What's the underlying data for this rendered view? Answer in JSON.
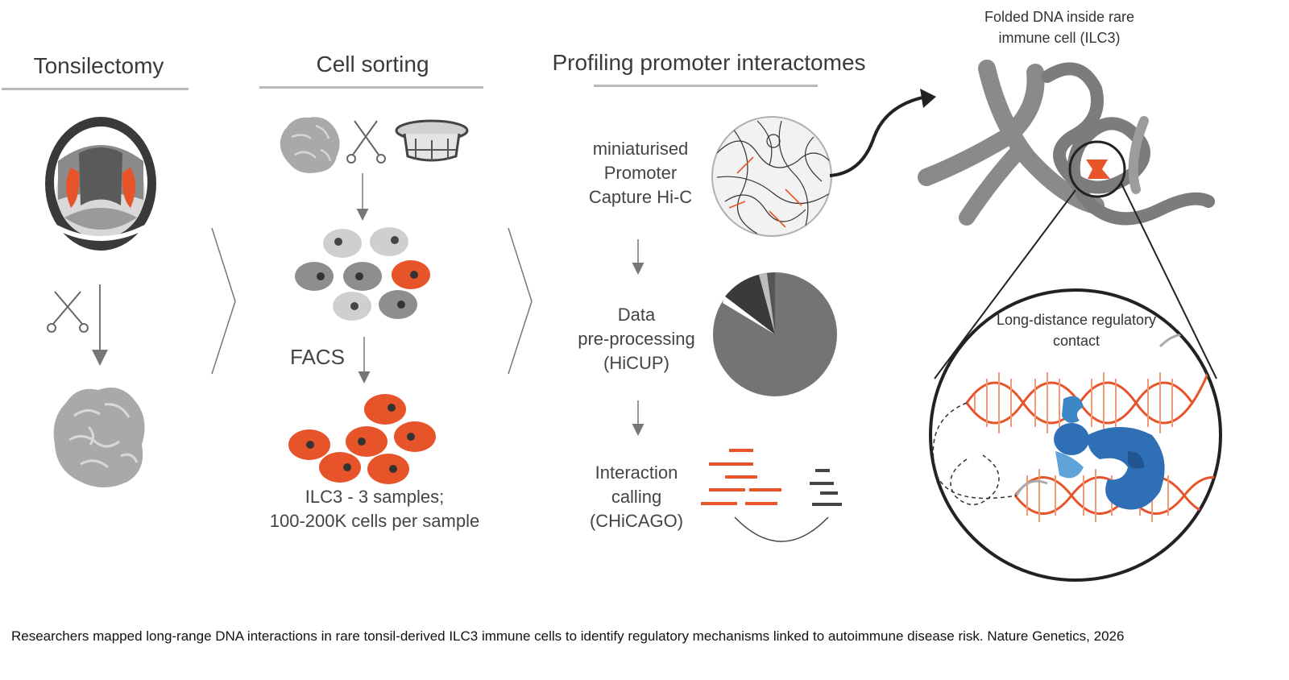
{
  "stages": {
    "tonsilectomy": "Tonsilectomy",
    "cell_sorting": "Cell sorting",
    "profiling": "Profiling promoter interactomes"
  },
  "facs_label": "FACS",
  "samples": {
    "line1": "ILC3 - 3 samples;",
    "line2": "100-200K cells per sample"
  },
  "steps": {
    "capture": [
      "miniaturised",
      "Promoter",
      "Capture Hi-C"
    ],
    "preprocess": [
      "Data",
      "pre-processing",
      "(HiCUP)"
    ],
    "calling": [
      "Interaction",
      "calling",
      "(CHiCAGO)"
    ]
  },
  "folded_dna": [
    "Folded DNA inside rare",
    "immune cell (ILC3)"
  ],
  "contact": [
    "Long-distance regulatory",
    "contact"
  ],
  "caption": "Researchers mapped long-range DNA interactions in rare tonsil-derived ILC3 immune cells to identify regulatory mechanisms linked to autoimmune disease risk. Nature Genetics, 2026",
  "colors": {
    "accent_orange": "#e8542a",
    "gray_dark": "#6e6e6e",
    "gray_mid": "#9a9a9a",
    "gray_light": "#cfcfcf",
    "blue_dark": "#2f6fb5",
    "blue_light": "#5fa3d9"
  },
  "icons": [
    "mouth-icon",
    "scissors-icon",
    "tissue-icon",
    "cell-strainer-icon",
    "chromatin-network-icon",
    "pie-chart-icon",
    "read-pairs-icon",
    "chromosome-icon",
    "dna-helix-icon",
    "protein-complex-icon"
  ]
}
